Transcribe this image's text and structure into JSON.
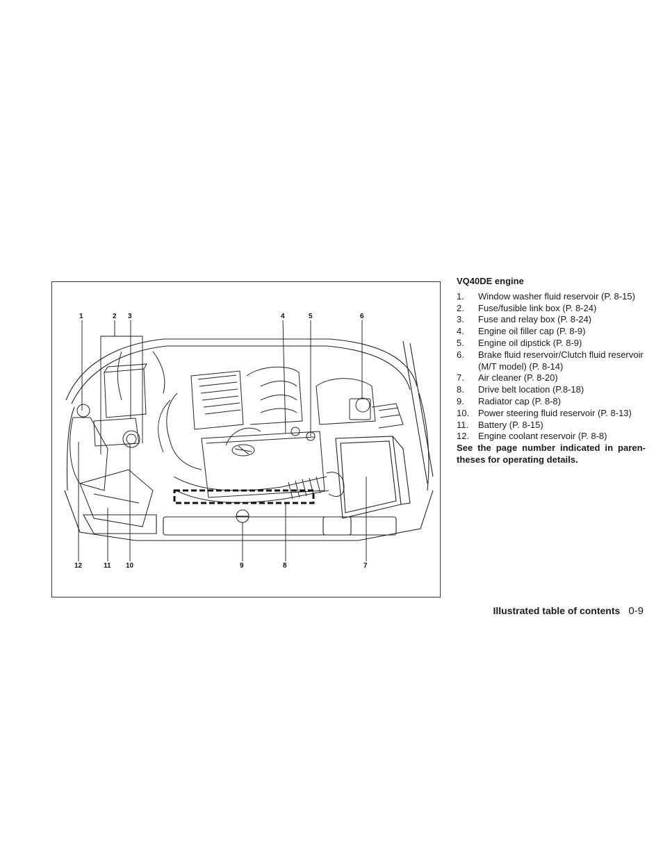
{
  "figure": {
    "callouts": [
      {
        "num": "1"
      },
      {
        "num": "2"
      },
      {
        "num": "3"
      },
      {
        "num": "4"
      },
      {
        "num": "5"
      },
      {
        "num": "6"
      },
      {
        "num": "12"
      },
      {
        "num": "11"
      },
      {
        "num": "10"
      },
      {
        "num": "9"
      },
      {
        "num": "8"
      },
      {
        "num": "7"
      }
    ]
  },
  "legend": {
    "title": "VQ40DE engine",
    "items": [
      {
        "num": "1.",
        "text": "Window washer fluid reservoir (P. 8-15)"
      },
      {
        "num": "2.",
        "text": "Fuse/fusible link box (P. 8-24)"
      },
      {
        "num": "3.",
        "text": "Fuse and relay box (P. 8-24)"
      },
      {
        "num": "4.",
        "text": "Engine oil filler cap (P. 8-9)"
      },
      {
        "num": "5.",
        "text": "Engine oil dipstick (P. 8-9)"
      },
      {
        "num": "6.",
        "text": "Brake fluid reservoir/Clutch fluid reservoir (M/T model) (P. 8-14)"
      },
      {
        "num": "7.",
        "text": "Air cleaner (P. 8-20)"
      },
      {
        "num": "8.",
        "text": "Drive belt location (P.8-18)"
      },
      {
        "num": "9.",
        "text": "Radiator cap (P. 8-8)"
      },
      {
        "num": "10.",
        "text": "Power steering fluid reservoir (P. 8-13)"
      },
      {
        "num": "11.",
        "text": "Battery (P. 8-15)"
      },
      {
        "num": "12.",
        "text": "Engine coolant reservoir (P. 8-8)"
      }
    ],
    "note": "See the page number indicated in paren-theses for operating details."
  },
  "footer": {
    "section": "Illustrated table of contents",
    "page": "0-9"
  }
}
